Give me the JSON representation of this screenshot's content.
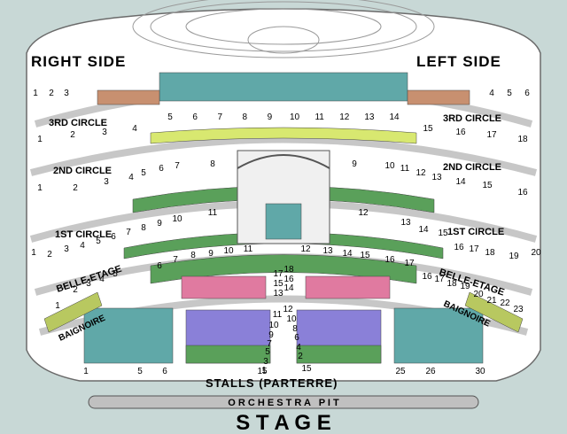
{
  "labels": {
    "right_side": "RIGHT SIDE",
    "left_side": "LEFT SIDE",
    "third_circle_left": "3RD CIRCLE",
    "third_circle_right": "3RD CIRCLE",
    "second_circle_left": "2ND CIRCLE",
    "second_circle_right": "2ND CIRCLE",
    "first_circle_left": "1ST CIRCLE",
    "first_circle_right": "1ST CIRCLE",
    "belle_etage_left": "BELLE-ETAGE",
    "belle_etage_right": "BELLE-ETAGE",
    "baignoire_left": "BAIGNOIRE",
    "baignoire_right": "BAIGNOIRE",
    "stalls": "STALLS (PARTERRE)",
    "orchestra_pit": "O R C H E S T R A   P I T",
    "stage": "S T A G E"
  },
  "boxes": {
    "third_circle_left": [
      "1",
      "2",
      "3"
    ],
    "third_circle_right": [
      "4",
      "5",
      "6"
    ],
    "third_circle_center": [
      "5",
      "6",
      "7",
      "8",
      "9",
      "10",
      "11",
      "12",
      "13",
      "14"
    ],
    "second_circle_left": [
      "1",
      "2",
      "3",
      "4"
    ],
    "second_circle_right": [
      "15",
      "16",
      "17",
      "18"
    ],
    "second_tier_left": [
      "1",
      "2",
      "3",
      "4",
      "5",
      "6",
      "7",
      "8"
    ],
    "second_tier_right": [
      "9",
      "10",
      "11",
      "12",
      "13",
      "14",
      "15",
      "16"
    ],
    "first_circle_left": [
      "1",
      "2",
      "3",
      "4",
      "5",
      "6",
      "7",
      "8",
      "9",
      "10",
      "11"
    ],
    "first_circle_right": [
      "12",
      "13",
      "14",
      "15",
      "16",
      "17",
      "18",
      "19",
      "20"
    ],
    "belle_left": [
      "1",
      "2",
      "3",
      "4",
      "5"
    ],
    "belle_right": [
      "16",
      "17",
      "18",
      "19",
      "20",
      "21",
      "22",
      "23"
    ],
    "belle_center_left": [
      "6",
      "7",
      "8",
      "9",
      "10",
      "11"
    ],
    "belle_center_right": [
      "12",
      "13",
      "14",
      "15",
      "16",
      "17"
    ],
    "parterre_center_left": [
      "17",
      "15",
      "13"
    ],
    "parterre_center_right": [
      "18",
      "16",
      "14"
    ],
    "stalls_rows_left": [
      "11",
      "10",
      "9",
      "7",
      "5",
      "3",
      "1"
    ],
    "stalls_rows_right": [
      "12",
      "10",
      "8",
      "6",
      "4",
      "2"
    ],
    "stalls_seats_bottom": [
      "1",
      "5",
      "6",
      "15",
      "15",
      "25",
      "26",
      "30"
    ]
  },
  "colors": {
    "background": "#c8d8d6",
    "hall": "#ffffff",
    "outline": "#6a6a6a",
    "ring": "#b8b8b8",
    "brown": "#c89070",
    "lime": "#d8e870",
    "green": "#5aa05a",
    "teal": "#60a8a8",
    "pink": "#e07aa0",
    "violet": "#8a80d8",
    "olive": "#b8c860",
    "pit": "#c0c0c0"
  }
}
